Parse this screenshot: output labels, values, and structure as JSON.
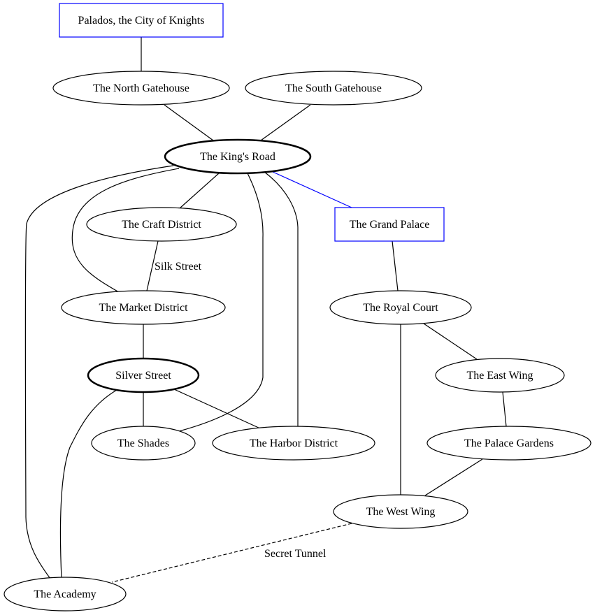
{
  "graph": {
    "nodes": [
      {
        "id": "palados",
        "label": "Palados, the City of Knights",
        "shape": "box",
        "color": "#0000ff"
      },
      {
        "id": "north_gate",
        "label": "The North Gatehouse",
        "shape": "ellipse"
      },
      {
        "id": "south_gate",
        "label": "The South Gatehouse",
        "shape": "ellipse"
      },
      {
        "id": "kings_road",
        "label": "The King's Road",
        "shape": "ellipse",
        "bold": true
      },
      {
        "id": "craft",
        "label": "The Craft District",
        "shape": "ellipse"
      },
      {
        "id": "grand_palace",
        "label": "The Grand Palace",
        "shape": "box",
        "color": "#0000ff"
      },
      {
        "id": "market",
        "label": "The Market District",
        "shape": "ellipse"
      },
      {
        "id": "royal_court",
        "label": "The Royal Court",
        "shape": "ellipse"
      },
      {
        "id": "silver",
        "label": "Silver Street",
        "shape": "ellipse",
        "bold": true
      },
      {
        "id": "east_wing",
        "label": "The East Wing",
        "shape": "ellipse"
      },
      {
        "id": "shades",
        "label": "The Shades",
        "shape": "ellipse"
      },
      {
        "id": "harbor",
        "label": "The Harbor District",
        "shape": "ellipse"
      },
      {
        "id": "gardens",
        "label": "The Palace Gardens",
        "shape": "ellipse"
      },
      {
        "id": "west_wing",
        "label": "The West Wing",
        "shape": "ellipse"
      },
      {
        "id": "academy",
        "label": "The Academy",
        "shape": "ellipse"
      }
    ],
    "edges": [
      {
        "from": "palados",
        "to": "north_gate"
      },
      {
        "from": "north_gate",
        "to": "kings_road"
      },
      {
        "from": "south_gate",
        "to": "kings_road"
      },
      {
        "from": "kings_road",
        "to": "craft"
      },
      {
        "from": "kings_road",
        "to": "grand_palace",
        "color": "#0000ff"
      },
      {
        "from": "kings_road",
        "to": "market"
      },
      {
        "from": "kings_road",
        "to": "academy"
      },
      {
        "from": "kings_road",
        "to": "shades"
      },
      {
        "from": "kings_road",
        "to": "harbor"
      },
      {
        "from": "craft",
        "to": "market",
        "label": "Silk Street"
      },
      {
        "from": "market",
        "to": "silver"
      },
      {
        "from": "silver",
        "to": "shades"
      },
      {
        "from": "silver",
        "to": "harbor"
      },
      {
        "from": "silver",
        "to": "academy"
      },
      {
        "from": "grand_palace",
        "to": "royal_court"
      },
      {
        "from": "royal_court",
        "to": "east_wing"
      },
      {
        "from": "royal_court",
        "to": "west_wing"
      },
      {
        "from": "east_wing",
        "to": "gardens"
      },
      {
        "from": "gardens",
        "to": "west_wing"
      },
      {
        "from": "west_wing",
        "to": "academy",
        "label": "Secret Tunnel",
        "style": "dashed"
      }
    ]
  }
}
